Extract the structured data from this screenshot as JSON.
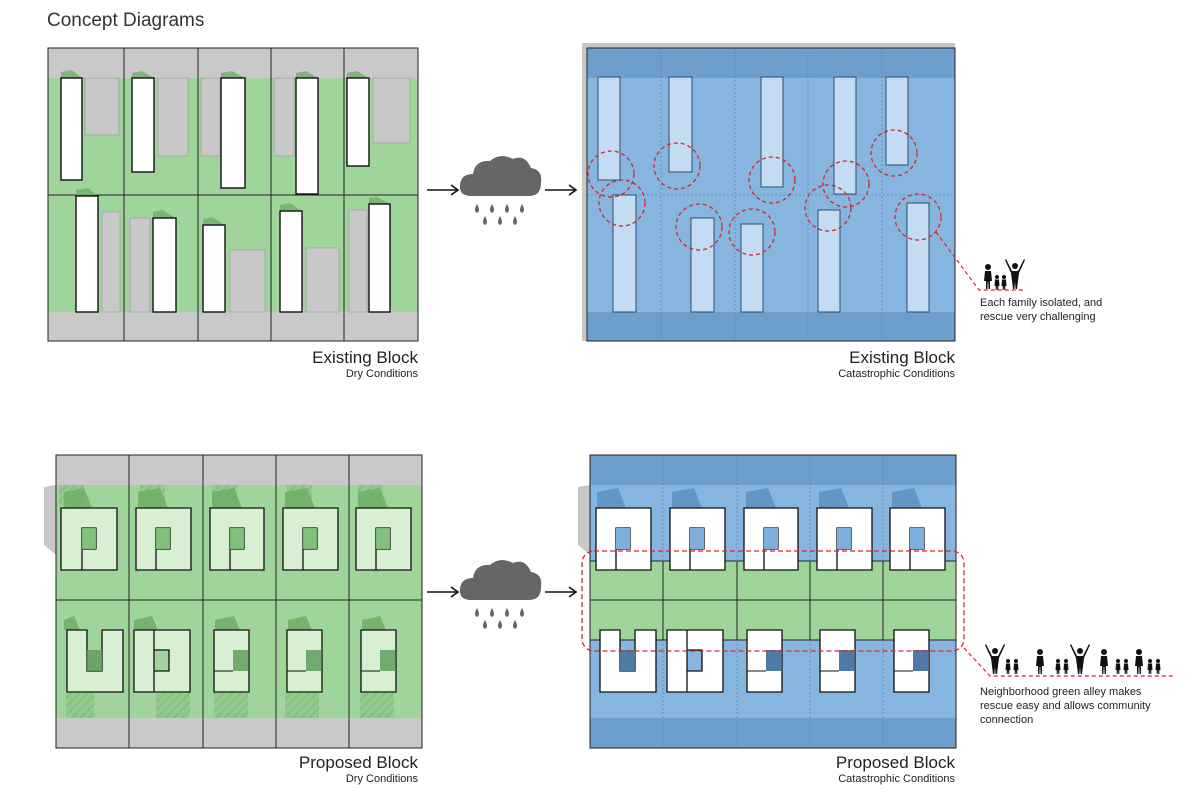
{
  "page_title": "Concept Diagrams",
  "panels": {
    "existing_dry": {
      "title": "Existing Block",
      "subtitle": "Dry Conditions"
    },
    "existing_wet": {
      "title": "Existing Block",
      "subtitle": "Catastrophic Conditions"
    },
    "proposed_dry": {
      "title": "Proposed Block",
      "subtitle": "Dry Conditions"
    },
    "proposed_wet": {
      "title": "Proposed Block",
      "subtitle": "Catastrophic Conditions"
    }
  },
  "notes": {
    "existing": "Each family isolated, and rescue very challenging",
    "proposed": "Neighborhood green alley makes rescue easy and allows community connection"
  },
  "icons": [
    "rain-cloud-icon",
    "arrow-right-icon",
    "family-icon",
    "people-group-icon"
  ],
  "colors": {
    "grass": "#9fd49a",
    "street": "#c9c9c9",
    "flood": "#7fb0dc",
    "flood_dark": "#6a98c6",
    "building": "#ffffff",
    "flooded_building": "#c4dcf1",
    "proposed_building": "#d9efd4",
    "highlight": "#e0202a",
    "cloud": "#666666"
  }
}
